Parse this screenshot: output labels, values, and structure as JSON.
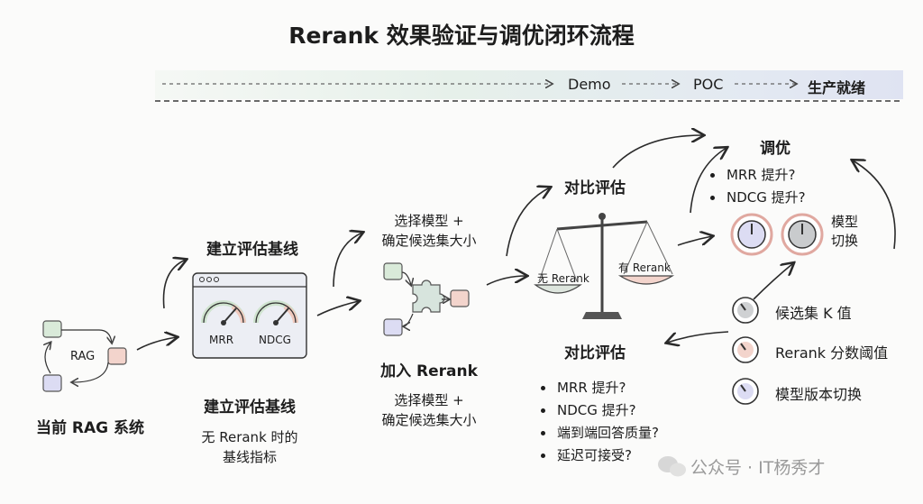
{
  "title": "Rerank 效果验证与调优闭环流程",
  "stages": {
    "demo": "Demo",
    "poc": "POC",
    "prod": "生产就绪"
  },
  "current": {
    "label": "当前 RAG 系统",
    "rag": "RAG"
  },
  "baseline": {
    "top_label": "建立评估基线",
    "bottom_label": "建立评估基线",
    "desc_line1": "无 Rerank 时的",
    "desc_line2": "基线指标",
    "gauge1": "MRR",
    "gauge2": "NDCG"
  },
  "rerank": {
    "top_line1": "选择模型 +",
    "top_line2": "确定候选集大小",
    "label": "加入 Rerank",
    "bottom_line1": "选择模型 +",
    "bottom_line2": "确定候选集大小"
  },
  "compare": {
    "top_label": "对比评估",
    "left_pan": "无 Rerank",
    "right_pan": "有 Rerank",
    "bottom_label": "对比评估",
    "questions": [
      "MRR 提升?",
      "NDCG 提升?",
      "端到端回答质量?",
      "延迟可接受?"
    ]
  },
  "tune": {
    "label": "调优",
    "questions": [
      "MRR 提升?",
      "NDCG 提升?"
    ],
    "knob_label_line1": "模型",
    "knob_label_line2": "切换",
    "params": [
      "候选集 K 值",
      "Rerank 分数阈值",
      "模型版本切换"
    ]
  },
  "watermark": "公众号 · IT杨秀才",
  "colors": {
    "green": "#d9ead9",
    "pink": "#f3d4cc",
    "lavender": "#dcdcf3",
    "ink": "#2a2a2a"
  }
}
